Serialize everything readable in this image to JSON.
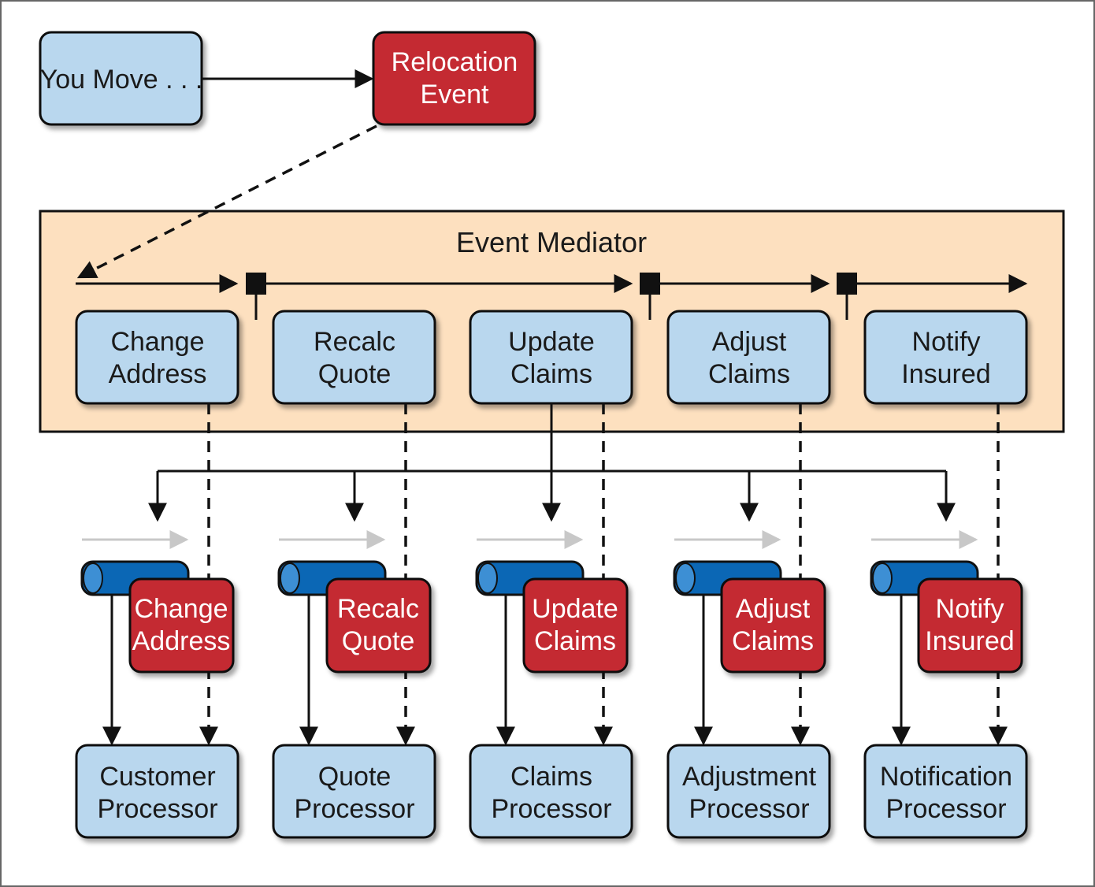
{
  "trigger": {
    "lines": [
      "You Move . . ."
    ]
  },
  "event": {
    "lines": [
      "Relocation",
      "Event"
    ]
  },
  "mediator": {
    "title": "Event Mediator"
  },
  "steps": [
    {
      "lines": [
        "Change",
        "Address"
      ]
    },
    {
      "lines": [
        "Recalc",
        "Quote"
      ]
    },
    {
      "lines": [
        "Update",
        "Claims"
      ]
    },
    {
      "lines": [
        "Adjust",
        "Claims"
      ]
    },
    {
      "lines": [
        "Notify",
        "Insured"
      ]
    }
  ],
  "queues": [
    {
      "lines": [
        "Change",
        "Address"
      ]
    },
    {
      "lines": [
        "Recalc",
        "Quote"
      ]
    },
    {
      "lines": [
        "Update",
        "Claims"
      ]
    },
    {
      "lines": [
        "Adjust",
        "Claims"
      ]
    },
    {
      "lines": [
        "Notify",
        "Insured"
      ]
    }
  ],
  "processors": [
    {
      "lines": [
        "Customer",
        "Processor"
      ]
    },
    {
      "lines": [
        "Quote",
        "Processor"
      ]
    },
    {
      "lines": [
        "Claims",
        "Processor"
      ]
    },
    {
      "lines": [
        "Adjustment",
        "Processor"
      ]
    },
    {
      "lines": [
        "Notification",
        "Processor"
      ]
    }
  ],
  "colors": {
    "blue_box": "#b9d7ee",
    "red_box": "#c42a33",
    "mediator_bg": "#fde0bf",
    "queue_cylinder": "#0b67b5",
    "gray_arrow": "#c8c8c8",
    "line": "#111111"
  }
}
